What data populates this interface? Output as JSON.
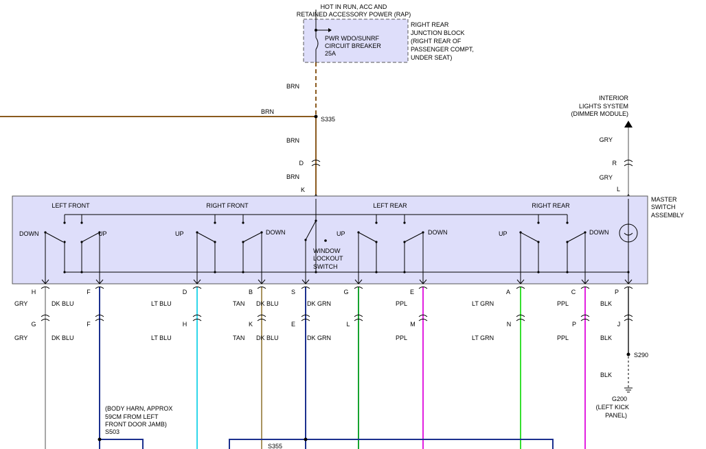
{
  "top_block": {
    "feed": [
      "HOT IN RUN, ACC AND",
      "RETAINED ACCESSORY POWER (RAP)"
    ],
    "breaker": [
      "PWR WDO/SUNRF",
      "CIRCUIT BREAKER",
      "25A"
    ],
    "location": [
      "RIGHT REAR",
      "JUNCTION BLOCK",
      "(RIGHT REAR OF",
      "PASSENGER COMPT,",
      "UNDER SEAT)"
    ]
  },
  "feed_wire": {
    "color_upper": "BRN",
    "color_branch": "BRN",
    "splice": "S335",
    "color_mid": "BRN",
    "connector_d": "D",
    "color_lower": "BRN",
    "pin_k": "K"
  },
  "dimmer": {
    "label": [
      "INTERIOR",
      "LIGHTS SYSTEM",
      "(DIMMER MODULE)"
    ],
    "color_upper": "GRY",
    "connector_r": "R",
    "color_lower": "GRY",
    "pin_l": "L"
  },
  "master_switch": {
    "label": [
      "MASTER",
      "SWITCH",
      "ASSEMBLY"
    ],
    "sections": [
      "LEFT FRONT",
      "RIGHT FRONT",
      "LEFT REAR",
      "RIGHT REAR"
    ],
    "positions": [
      "DOWN",
      "UP",
      "UP",
      "DOWN",
      "UP",
      "DOWN",
      "UP",
      "DOWN"
    ],
    "lockout": [
      "WINDOW",
      "LOCKOUT",
      "SWITCH"
    ]
  },
  "bottom_wires": [
    {
      "pin_top": "H",
      "color_top": "GRY",
      "pin_bottom": "G",
      "color_bottom": "GRY"
    },
    {
      "pin_top": "F",
      "color_top": "DK BLU",
      "pin_bottom": "F",
      "color_bottom": "DK BLU"
    },
    {
      "pin_top": "D",
      "color_top": "LT BLU",
      "pin_bottom": "H",
      "color_bottom": "LT BLU"
    },
    {
      "pin_top": "B",
      "color_top": "TAN",
      "pin_bottom": "K",
      "color_bottom": "TAN"
    },
    {
      "pin_top": "",
      "color_top": "DK BLU",
      "pin_bottom": "",
      "color_bottom": "DK BLU"
    },
    {
      "pin_top": "S",
      "color_top": "DK GRN",
      "pin_bottom": "E",
      "color_bottom": "DK GRN"
    },
    {
      "pin_top": "G",
      "color_top": "",
      "pin_bottom": "L",
      "color_bottom": ""
    },
    {
      "pin_top": "E",
      "color_top": "PPL",
      "pin_bottom": "M",
      "color_bottom": "PPL"
    },
    {
      "pin_top": "A",
      "color_top": "LT GRN",
      "pin_bottom": "N",
      "color_bottom": "LT GRN"
    },
    {
      "pin_top": "C",
      "color_top": "PPL",
      "pin_bottom": "P",
      "color_bottom": "PPL"
    },
    {
      "pin_top": "P",
      "color_top": "BLK",
      "pin_bottom": "J",
      "color_bottom": "BLK"
    }
  ],
  "ground": {
    "splice": "S290",
    "color": "BLK",
    "label": [
      "G200",
      "(LEFT KICK",
      "PANEL)"
    ]
  },
  "body_splice": {
    "label": [
      "(BODY HARN, APPROX",
      "59CM FROM LEFT",
      "FRONT DOOR JAMB)",
      "S503"
    ]
  },
  "splice_s355": "S355",
  "colors": {
    "BRN": "#8a5a1e",
    "GRY": "#a7a7a7",
    "DK_BLU": "#1b2f8e",
    "LT_BLU": "#2fd6ea",
    "TAN": "#a8935e",
    "DK_GRN": "#16a32e",
    "PPL": "#e21fe0",
    "LT_GRN": "#35e02f",
    "BLK": "#555555",
    "box_fill": "#dedefa"
  }
}
